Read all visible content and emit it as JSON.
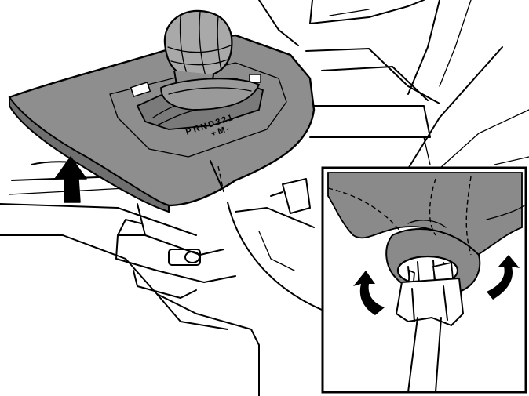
{
  "figure": {
    "gear_indicator": [
      "P",
      "R",
      "N",
      "D",
      "3",
      "2",
      "1"
    ],
    "manual_marks": [
      "+",
      "M",
      "-"
    ]
  },
  "colors": {
    "panel_fill": "#8e8e8e",
    "panel_dark": "#6f6f6f",
    "knob_fill": "#a9a9a9",
    "boot_fill": "#8a8a8a",
    "line": "#000000",
    "background": "#ffffff"
  },
  "icons": {
    "lift_direction": "arrow-up-icon",
    "rotate_left": "curved-arrow-left-icon",
    "rotate_right": "curved-arrow-right-icon"
  }
}
